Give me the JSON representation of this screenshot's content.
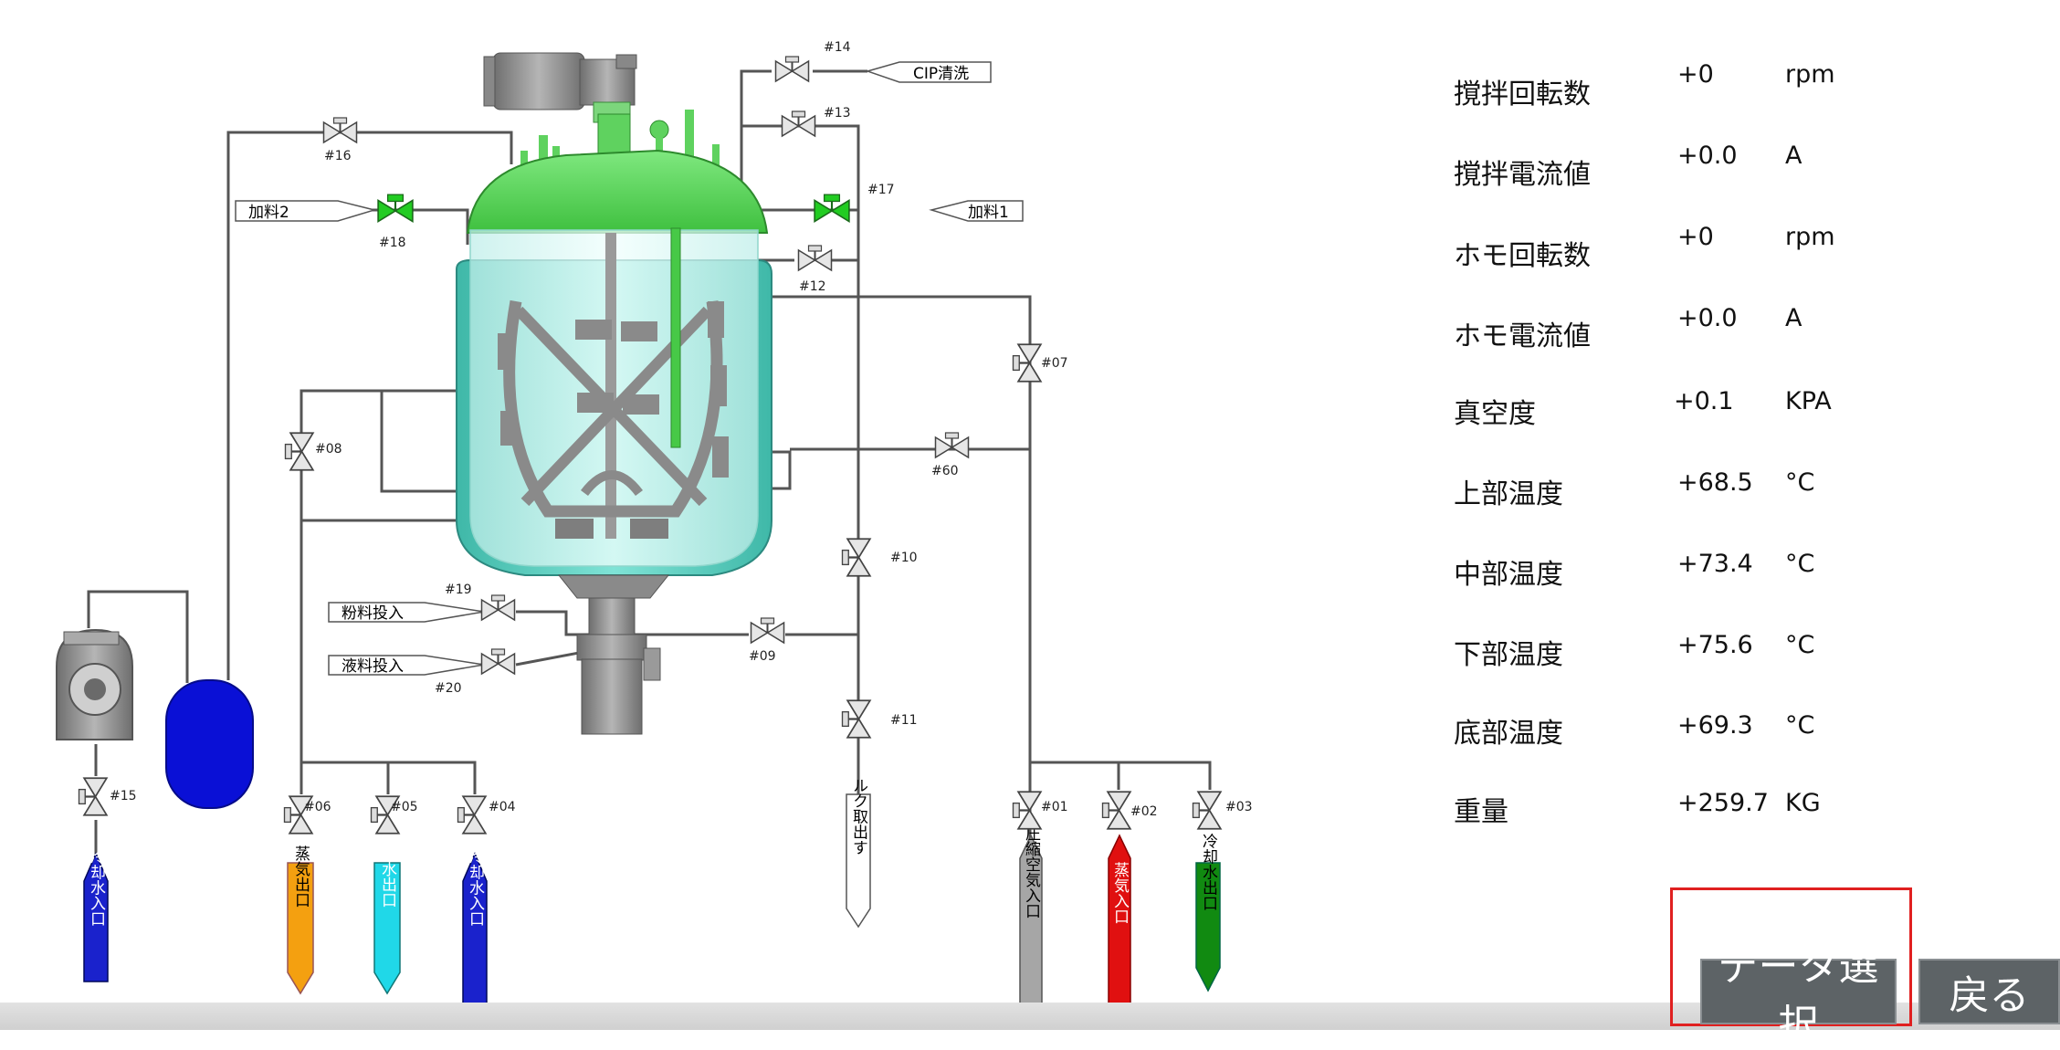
{
  "lines": {
    "cip": "CIP清洗",
    "feed1": "加料1",
    "feed2": "加料2",
    "powder": "粉料投入",
    "liquid": "液料投入",
    "bulk_out": "ルク取出す",
    "comp_air_in": "圧縮空気入口",
    "steam_in": "蒸気入口",
    "cool_out": "冷却水出口",
    "steam_out": "蒸気出口",
    "cold_out": "冷水出口",
    "cool_in": "冷却水入口",
    "cool_in_pump": "冷却水入口"
  },
  "valves": {
    "v01": "#01",
    "v02": "#02",
    "v03": "#03",
    "v04": "#04",
    "v05": "#05",
    "v06": "#06",
    "v07": "#07",
    "v08": "#08",
    "v09": "#09",
    "v10": "#10",
    "v11": "#11",
    "v12": "#12",
    "v13": "#13",
    "v14": "#14",
    "v15": "#15",
    "v16": "#16",
    "v17": "#17",
    "v18": "#18",
    "v19": "#19",
    "v20": "#20",
    "v60": "#60"
  },
  "readings": [
    {
      "label": "撹拌回転数",
      "value": "+0",
      "unit": "rpm"
    },
    {
      "label": "撹拌電流値",
      "value": "+0.0",
      "unit": "A"
    },
    {
      "label": "ホモ回転数",
      "value": "+0",
      "unit": "rpm"
    },
    {
      "label": "ホモ電流値",
      "value": "+0.0",
      "unit": "A"
    },
    {
      "label": "真空度",
      "value": "+0.1",
      "unit": "KPA"
    },
    {
      "label": "上部温度",
      "value": "+68.5",
      "unit": "°C"
    },
    {
      "label": "中部温度",
      "value": "+73.4",
      "unit": "°C"
    },
    {
      "label": "下部温度",
      "value": "+75.6",
      "unit": "°C"
    },
    {
      "label": "底部温度",
      "value": "+69.3",
      "unit": "°C"
    },
    {
      "label": "重量",
      "value": "+259.7",
      "unit": "KG"
    }
  ],
  "buttons": {
    "data_select": "データ選択",
    "back": "戻る"
  },
  "colors": {
    "vessel_top": "#55d655",
    "vessel_body": "#5fcfc0",
    "valve_active": "#22cc22",
    "cooling_in": "#1a22cc",
    "steam_out": "#f4a010",
    "cold_out": "#20d8e8",
    "steam_in": "#e01010",
    "cool_out": "#118a11",
    "air_in": "#a0a0a0",
    "button": "#5d6366",
    "selection": "#e02020"
  }
}
